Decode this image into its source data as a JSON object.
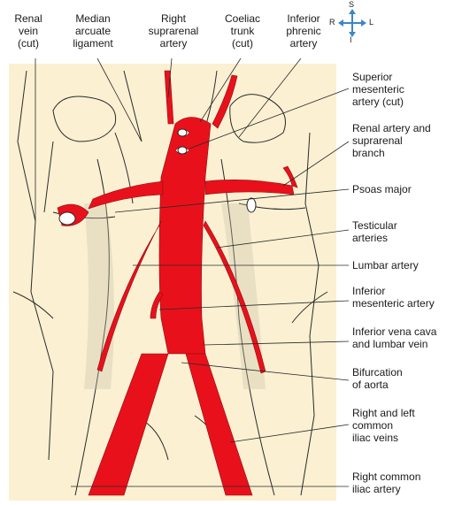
{
  "top_labels": [
    "Renal\nvein\n(cut)",
    "Median\narcuate\nligament",
    "Right\nsuprarenal\nartery",
    "Coeliac\ntrunk\n(cut)",
    "Inferior\nphrenic\nartery"
  ],
  "right_labels": [
    "Superior\nmesenteric\nartery (cut)",
    "Renal artery and\nsuprarenal\nbranch",
    "Psoas major",
    "Testicular\narteries",
    "Lumbar artery",
    "Inferior\nmesenteric artery",
    "Inferior vena cava\nand lumbar vein",
    "Bifurcation\nof aorta",
    "Right and left\ncommon\niliac veins",
    "Right common\niliac artery"
  ],
  "compass": {
    "north": "S",
    "south": "I",
    "west": "R",
    "east": "L"
  },
  "colors": {
    "artery": "#e8111b",
    "background": "#fbf0d2",
    "outline": "#2a2a2a",
    "compass": "#3a86c8"
  }
}
